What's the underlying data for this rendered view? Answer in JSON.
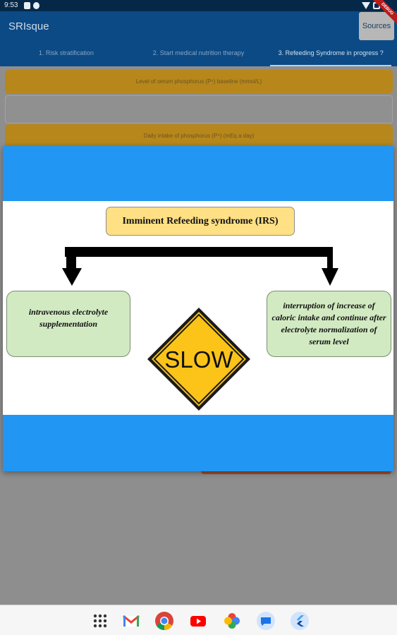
{
  "status_bar": {
    "time": "9:53"
  },
  "debug_banner": "DEBUG",
  "app_bar": {
    "title": "SRIsque",
    "sources_label": "Sources"
  },
  "tabs": [
    {
      "label": "1. Risk stratification",
      "active": false
    },
    {
      "label": "2. Start medical nutrition therapy",
      "active": false
    },
    {
      "label": "3. Refeeding Syndrome in progress ?",
      "active": true
    }
  ],
  "form": {
    "field1_label": "Level of serum phosphorus (P⁴) baseline (mmol/L)",
    "field1_value": "",
    "field2_label": "Daily intake of phosphorus (P⁴) (mEq a day)"
  },
  "dialog": {
    "title": "Imminent Refeeding syndrome (IRS)",
    "left_box": "intravenous electrolyte supplementation",
    "right_box": "interruption of increase of caloric intake and continue after electrolyte normalization of serum level",
    "sign_text": "SLOW"
  },
  "nav_apps": [
    {
      "name": "apps-grid-icon"
    },
    {
      "name": "gmail-icon"
    },
    {
      "name": "chrome-icon"
    },
    {
      "name": "youtube-icon"
    },
    {
      "name": "photos-icon"
    },
    {
      "name": "messages-icon"
    },
    {
      "name": "flutter-icon"
    }
  ],
  "colors": {
    "app_bar": "#0b4a85",
    "dialog_band": "#2196f3",
    "title_box": "#ffe084",
    "option_box": "#d2eac2",
    "sign_yellow": "#fcc419"
  }
}
